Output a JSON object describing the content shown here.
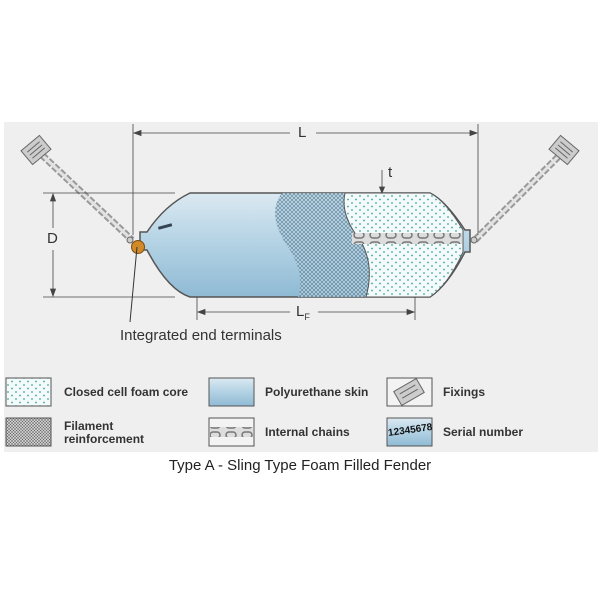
{
  "title": "Type A - Sling Type Foam Filled Fender",
  "dimensions": {
    "length": "L",
    "diameter": "D",
    "foam_length": "L",
    "foam_length_sub": "F",
    "thickness": "t"
  },
  "callout": "Integrated end terminals",
  "legend": [
    {
      "label": "Closed cell foam core",
      "icon": "foam-swatch"
    },
    {
      "label": "Polyurethane skin",
      "icon": "skin-swatch"
    },
    {
      "label": "Fixings",
      "icon": "fixing-swatch"
    },
    {
      "label": "Filament reinforcement",
      "icon": "filament-swatch"
    },
    {
      "label": "Internal chains",
      "icon": "chain-swatch"
    },
    {
      "label": "Serial number",
      "icon": "serial-swatch",
      "swatch_text": "12345678"
    }
  ],
  "colors": {
    "panel": "#efefef",
    "skin": "#a9cde0",
    "foam_dot": "#3aa7a0",
    "terminal": "#d08a2a"
  }
}
